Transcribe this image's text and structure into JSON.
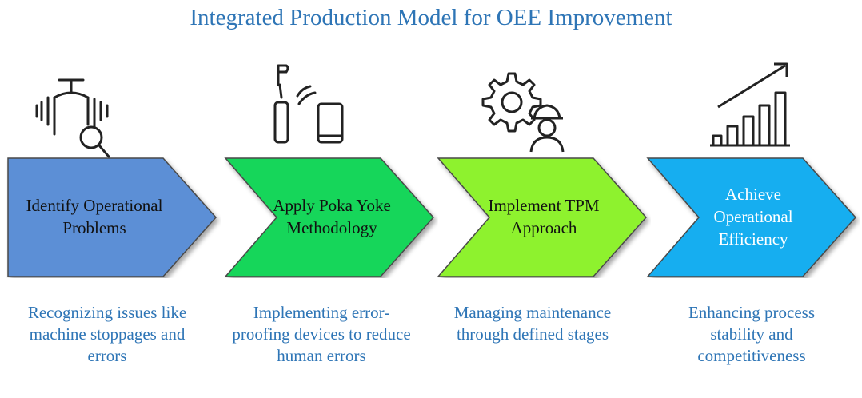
{
  "title": "Integrated Production Model for OEE Improvement",
  "steps": [
    {
      "label": "Identify Operational Problems",
      "description": "Recognizing issues like machine stoppages and errors",
      "fill": "#5b8fd6",
      "text_color": "#111111",
      "icon": "valve-magnifier-icon"
    },
    {
      "label": "Apply Poka Yoke Methodology",
      "description": "Implementing error-proofing devices to reduce human errors",
      "fill": "#18d65a",
      "text_color": "#111111",
      "icon": "sensor-device-icon"
    },
    {
      "label": "Implement TPM Approach",
      "description": "Managing maintenance through defined stages",
      "fill": "#8ef22e",
      "text_color": "#111111",
      "icon": "gear-worker-icon"
    },
    {
      "label": "Achieve Operational Efficiency",
      "description": "Enhancing process stability and competitiveness",
      "fill": "#12aef0",
      "text_color": "#ffffff",
      "icon": "growth-chart-icon"
    }
  ]
}
